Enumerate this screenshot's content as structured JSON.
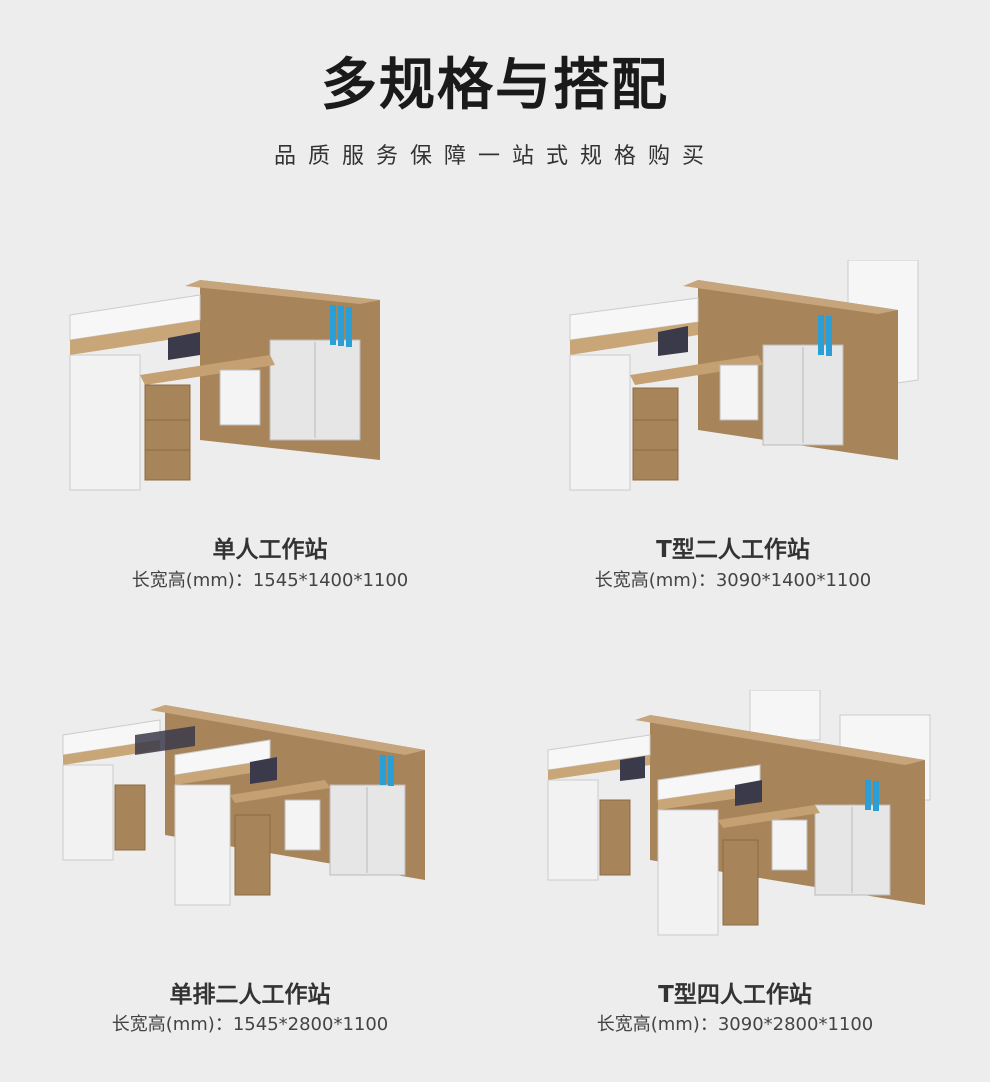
{
  "header": {
    "title": "多规格与搭配",
    "subtitle": "品质服务保障一站式规格购买"
  },
  "products": [
    {
      "name": "单人工作站",
      "dims": "长宽高(mm)：1545*1400*1100"
    },
    {
      "name": "T型二人工作站",
      "dims": "长宽高(mm)：3090*1400*1100"
    },
    {
      "name": "单排二人工作站",
      "dims": "长宽高(mm)：1545*2800*1100"
    },
    {
      "name": "T型四人工作站",
      "dims": "长宽高(mm)：3090*2800*1100"
    }
  ],
  "colors": {
    "background": "#ededed",
    "wood": "#a8845a",
    "panel_white": "#f2f2f2",
    "file_blue": "#2a9fd6"
  }
}
